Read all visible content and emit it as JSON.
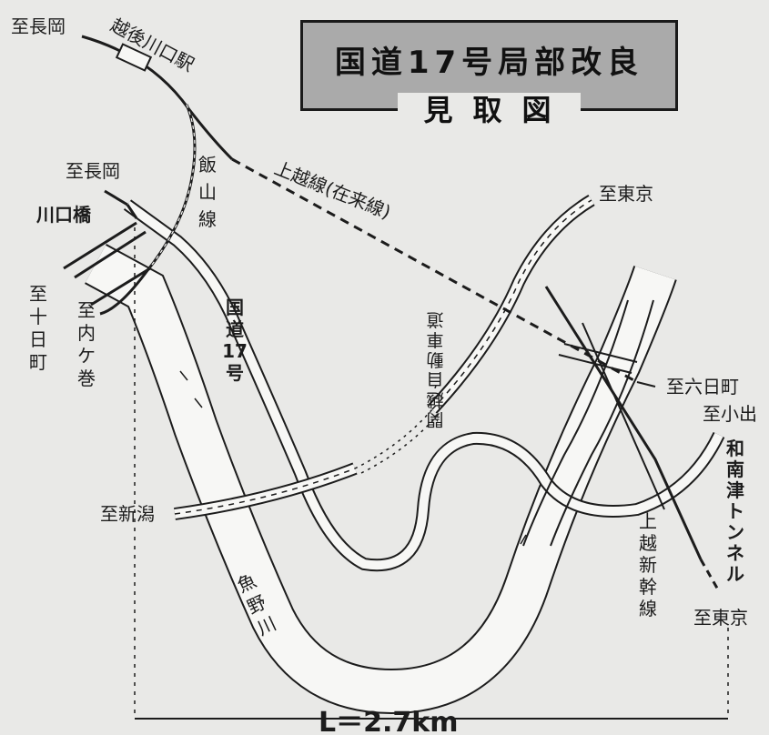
{
  "title": {
    "line1": "国道17号局部改良",
    "line2": "見取図"
  },
  "labels": {
    "to_nagaoka_top": "至長岡",
    "echigo_kawaguchi_station": "越後川口駅",
    "iiyama_line": "飯\n山\n線",
    "joetsu_line": "上越線(在来線)",
    "to_nagaoka_mid": "至長岡",
    "kawaguchi_bridge": "川口橋",
    "to_tokamachi": "至\n十\n日\n町",
    "to_uchigamaki": "至\n内\nケ\n巻",
    "route17": "国\n道\n17\n号",
    "kanetsu_expressway": "関\n越\n自\n動\n車\n道",
    "to_tokyo_top": "至東京",
    "to_muikamachi": "至六日町",
    "to_koide": "至小出",
    "wanamizu_tunnel": "和\n南\n津\nト\nン\nネ\nル",
    "to_niigata": "至新潟",
    "uonogawa": "魚\n野\n川",
    "joetsu_shinkansen": "上\n越\n新\n幹\n線",
    "to_tokyo_bottom": "至東京",
    "length": "L＝2.7km"
  },
  "colors": {
    "background": "#e9e9e7",
    "ink": "#1c1c1c",
    "title_fill": "#aaaaaa",
    "river_fill": "#f7f7f5"
  }
}
